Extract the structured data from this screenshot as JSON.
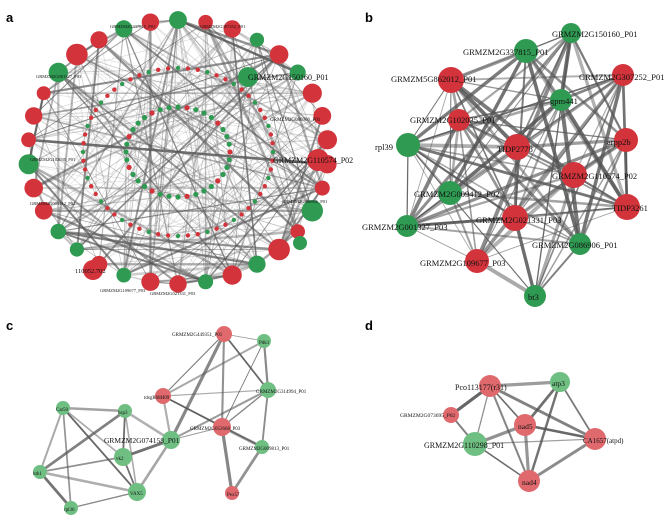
{
  "colors": {
    "red": "#d3333a",
    "green": "#2f9a52",
    "red_light": "#e0696d",
    "green_light": "#6fbf82",
    "edge": "#555555"
  },
  "panels": [
    {
      "letter": "a",
      "labels": [
        "GRMZM2G150160_P01",
        "GRMZM2G110574_P02",
        "110052.702",
        "GRMZM2G086906_P01",
        "GRMZM2G001327_P03",
        "GRMZM2G337815_P01",
        "GRMZM2G307252_P01",
        "GRMZM2G109677_P03",
        "GRMZM2G021331_P03",
        "GRMZM2G102035_P01",
        "GRMZM2G009412_P02",
        "GRMZM2G086906_P01"
      ]
    },
    {
      "letter": "b",
      "labels": [
        "GRMZM2G150160_P01",
        "GRMZM2G337815_P01",
        "GRMZM5G862012_P01",
        "GRMZM2G307252_P01",
        "gpm441",
        "GRMZM2G102035_P01",
        "rpl39",
        "TIDP2778",
        "arpp2b",
        "GRMZM2G110574_P02",
        "GRMZM2G009412_P02",
        "TIDP3261",
        "GRMZM2G021331_P03",
        "GRMZM2G001327_P03",
        "GRMZM2G086906_P01",
        "GRMZM2G109677_P03",
        "bt3"
      ]
    },
    {
      "letter": "c",
      "labels": [
        "GRMZM2G449351_P01",
        "Pdk1",
        "tdsgR08H09",
        "GRMZM2G314994_P01",
        "Cat50",
        "hsp3",
        "GRMZM2G074158_P01",
        "GRMZM2G052668_P03",
        "GRMZM2G009813_P01",
        "vk2",
        "hth1",
        "VAX5",
        "rpl36",
        "Pex57"
      ]
    },
    {
      "letter": "d",
      "labels": [
        "atp3",
        "Pco113177(r31)",
        "GRMZM2G073695_P02",
        "nad5",
        "GRMZM2G110298_P01",
        "CA1657(atpd)",
        "nad4"
      ]
    }
  ]
}
